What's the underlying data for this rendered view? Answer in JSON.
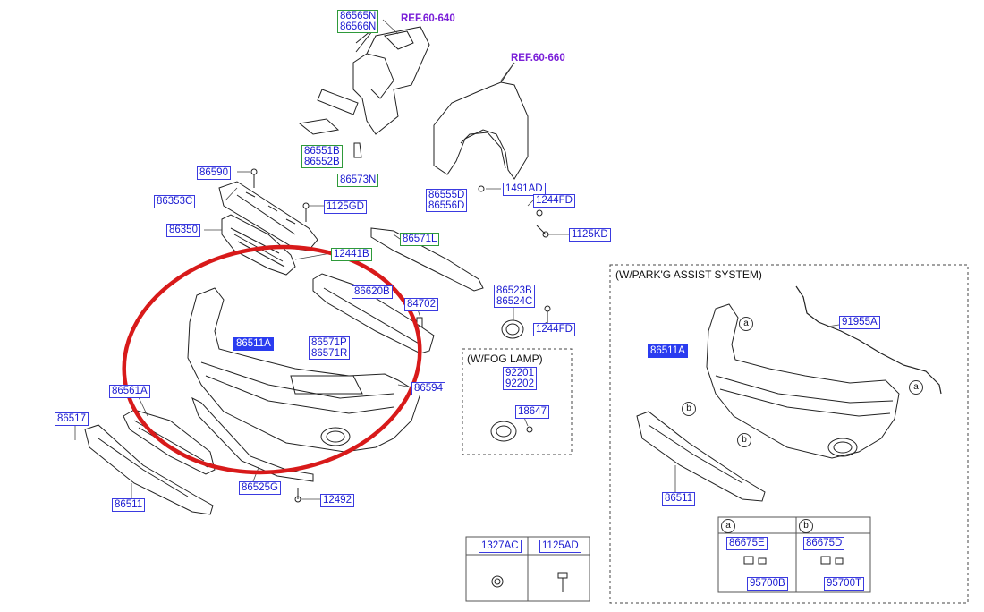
{
  "refs": {
    "ref_640": "REF.60-640",
    "ref_660": "REF.60-660"
  },
  "labels": {
    "p86565N": "86565N",
    "p86566N": "86566N",
    "p86551B": "86551B",
    "p86552B": "86552B",
    "p86573N": "86573N",
    "p86590": "86590",
    "p86353C": "86353C",
    "p1125GD": "1125GD",
    "p86350": "86350",
    "p12441B": "12441B",
    "p86571L": "86571L",
    "p86555D": "86555D",
    "p86556D": "86556D",
    "p1491AD": "1491AD",
    "p1244FD_top": "1244FD",
    "p1125KD": "1125KD",
    "p86620B": "86620B",
    "p84702": "84702",
    "p86523B": "86523B",
    "p86524C": "86524C",
    "p1244FD": "1244FD",
    "p86511A": "86511A",
    "p86571P": "86571P",
    "p86571R": "86571R",
    "p86561A": "86561A",
    "p86594": "86594",
    "p86517": "86517",
    "p86525G": "86525G",
    "p12492": "12492",
    "p86511": "86511",
    "p92201": "92201",
    "p92202": "92202",
    "p18647": "18647",
    "p91955A": "91955A",
    "p86511A_park": "86511A",
    "p86511_park": "86511",
    "p1327AC": "1327AC",
    "p1125AD": "1125AD",
    "p86675E": "86675E",
    "p95700B": "95700B",
    "p86675D": "86675D",
    "p95700T": "95700T"
  },
  "sections": {
    "fog_lamp": "(W/FOG LAMP)",
    "park_assist": "(W/PARK'G ASSIST SYSTEM)"
  },
  "callouts": {
    "a": "a",
    "b": "b"
  },
  "colors": {
    "label_blue": "#1a1ad0",
    "ref_purple": "#7a1fd8",
    "highlight_red": "#d81a1a",
    "highlight_fill": "#2a3cf0"
  }
}
